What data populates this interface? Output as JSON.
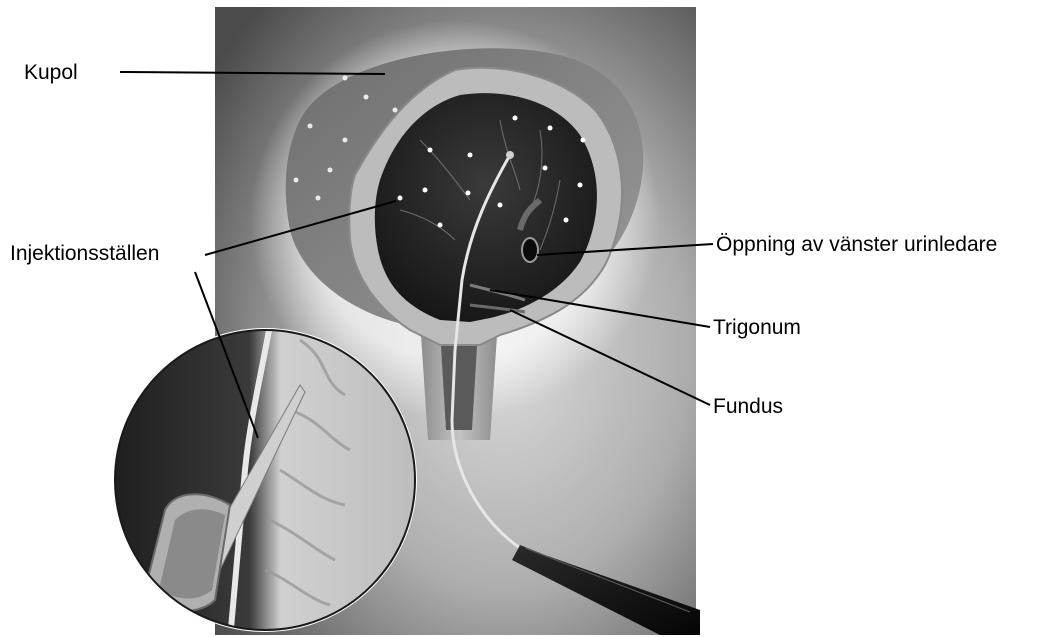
{
  "labels": {
    "kupol": "Kupol",
    "injektionsstallen": "Injektionsställen",
    "oppning": "Öppning av vänster urinledare",
    "trigonum": "Trigonum",
    "fundus": "Fundus"
  },
  "colors": {
    "text": "#000000",
    "leader_line": "#000000",
    "background": "#ffffff"
  }
}
